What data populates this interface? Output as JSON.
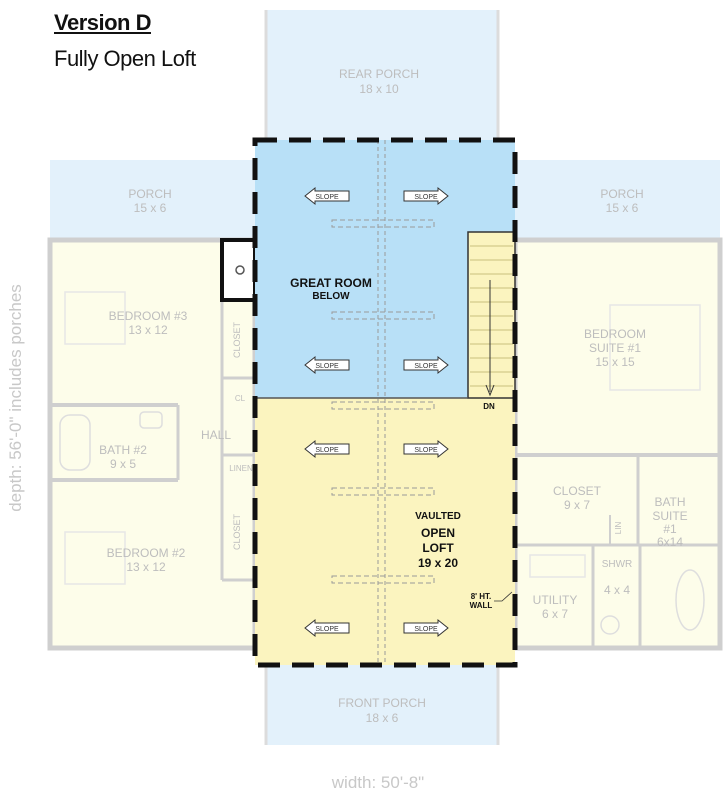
{
  "header": {
    "title": "Version D",
    "subtitle": "Fully Open Loft"
  },
  "colors": {
    "porch": "#e3f1fb",
    "great_room": "#b8e0f7",
    "loft": "#fbf4bf",
    "faded_room": "#fdfdea",
    "wall": "#111111",
    "faded_wall": "#cfcfcf"
  },
  "rooms": {
    "rear_porch": {
      "name": "REAR PORCH",
      "size": "18 x 10"
    },
    "porch_left": {
      "name": "PORCH",
      "size": "15 x 6"
    },
    "porch_right": {
      "name": "PORCH",
      "size": "15 x 6"
    },
    "great_room": {
      "name": "GREAT ROOM",
      "note": "BELOW"
    },
    "bedroom3": {
      "name": "BEDROOM #3",
      "size": "13 x 12"
    },
    "closet_left_top": {
      "name": "CLOSET"
    },
    "cl": {
      "name": "CL"
    },
    "hall": {
      "name": "HALL"
    },
    "bath2": {
      "name": "BATH #2",
      "size": "9 x 5"
    },
    "linen": {
      "name": "LINEN"
    },
    "closet_left_bottom": {
      "name": "CLOSET"
    },
    "bedroom2": {
      "name": "BEDROOM #2",
      "size": "13 x 12"
    },
    "bedroom_suite": {
      "name": "BEDROOM",
      "name2": "SUITE #1",
      "size": "15 x 15"
    },
    "stair_dn": {
      "name": "DN"
    },
    "closet_right": {
      "name": "CLOSET",
      "size": "9 x 7"
    },
    "bath_suite": {
      "name": "BATH",
      "name2": "SUITE",
      "name3": "#1",
      "size": "6x14"
    },
    "lin": {
      "name": "LIN"
    },
    "shwr": {
      "name": "SHWR",
      "size": "4 x 4"
    },
    "utility": {
      "name": "UTILITY",
      "size": "6 x 7"
    },
    "loft": {
      "line1": "VAULTED",
      "line2": "OPEN",
      "line3": "LOFT",
      "size": "19 x 20"
    },
    "wall_note": {
      "line1": "8' HT.",
      "line2": "WALL"
    },
    "front_porch": {
      "name": "FRONT PORCH",
      "size": "18 x 6"
    }
  },
  "slope_label": "SLOPE",
  "dimensions": {
    "width": "width: 50'-8\"",
    "depth": "depth: 56'-0\" includes porches"
  }
}
